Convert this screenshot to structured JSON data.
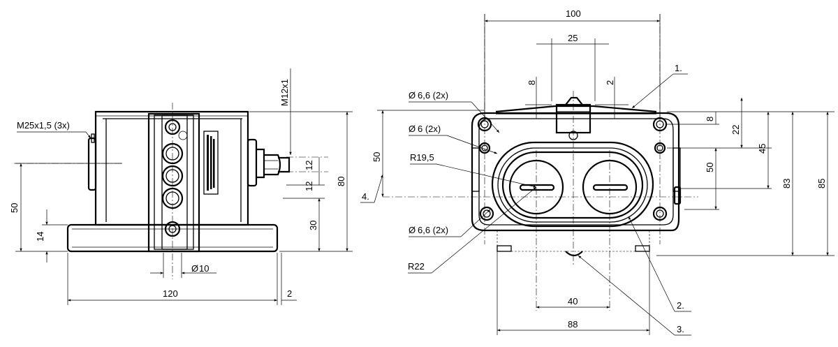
{
  "side_view": {
    "labels": {
      "thread_main": "M25x1,5 (3x)",
      "thread_small": "M12x1",
      "dia": "10"
    },
    "dims": {
      "width": "120",
      "offset": "2",
      "height_total": "80",
      "height_50": "50",
      "height_30": "30",
      "height_14": "14",
      "spacing_a": "12",
      "spacing_b": "12"
    }
  },
  "front_view": {
    "labels": {
      "hole_top": "6,6 (2x)",
      "hole_mid": "6 (2x)",
      "hole_bottom": "6,6 (2x)",
      "radius_inner": "R19,5",
      "radius_outer": "R22",
      "callout_1": "1.",
      "callout_2": "2.",
      "callout_3": "3.",
      "callout_4": "4."
    },
    "dims": {
      "width_100": "100",
      "pitch_25": "25",
      "gap_8": "8",
      "gap_2": "2",
      "left_50": "50",
      "right_8": "8",
      "right_22": "22",
      "right_45": "45",
      "right_50": "50",
      "right_83": "83",
      "right_85": "85",
      "bottom_40": "40",
      "bottom_88": "88"
    }
  }
}
